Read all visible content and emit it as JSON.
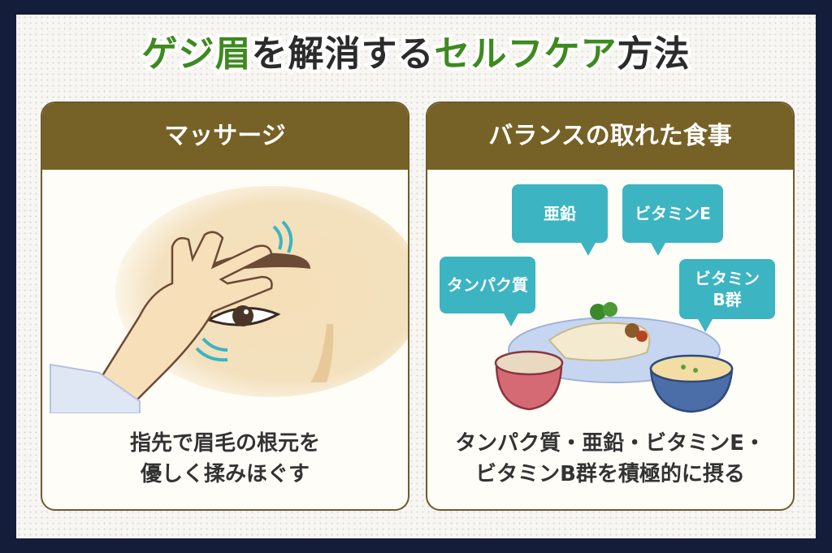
{
  "title": {
    "part1": "ゲジ眉",
    "part2": "を解消する",
    "part3": "セルフケア",
    "part4": "方法"
  },
  "colors": {
    "background": "#141d3a",
    "title_accent": "#3d8a1e",
    "panel_header": "#766127",
    "bubble": "#3cb4c2"
  },
  "left_panel": {
    "header": "マッサージ",
    "caption_line1": "指先で眉毛の根元を",
    "caption_line2": "優しく揉みほぐす"
  },
  "right_panel": {
    "header": "バランスの取れた食事",
    "bubbles": {
      "protein": "タンパク質",
      "zinc": "亜鉛",
      "vitamin_e": "ビタミンE",
      "vitamin_b_line1": "ビタミン",
      "vitamin_b_line2": "B群"
    },
    "caption_line1": "タンパク質・亜鉛・ビタミンE・",
    "caption_line2": "ビタミンB群を積極的に摂る"
  }
}
